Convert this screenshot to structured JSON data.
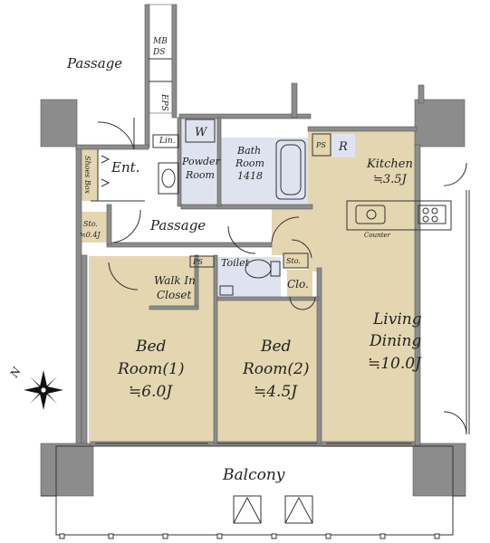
{
  "rooms": {
    "mb_ds": [
      "MB",
      "DS"
    ],
    "eps": "EPS",
    "passage_outer": "Passage",
    "lin": "Lin.",
    "washer": "W",
    "powder_room": [
      "Powder",
      "Room"
    ],
    "bath_room": [
      "Bath",
      "Room",
      "1418"
    ],
    "ps1": "PS",
    "refrigerator": "R",
    "kitchen": [
      "Kitchen",
      "≒3.5J"
    ],
    "counter": "Counter",
    "entrance": "Ent.",
    "shoes_box": "Shoes Box",
    "storage1": [
      "Sto.",
      "≒0.4J"
    ],
    "passage_inner": "Passage",
    "ps2": "PS",
    "toilet": "Toilet",
    "storage2": "Sto.",
    "closet": "Clo.",
    "walk_in_closet": [
      "Walk In",
      "Closet"
    ],
    "bed_room_1": [
      "Bed",
      "Room(1)",
      "≒6.0J"
    ],
    "bed_room_2": [
      "Bed",
      "Room(2)",
      "≒4.5J"
    ],
    "living_dining": [
      "Living",
      "Dining",
      "≒10.0J"
    ],
    "balcony": "Balcony",
    "compass_north": "N"
  },
  "colors": {
    "floor_tan": "#e4d6b0",
    "wet_area_blue": "#dfe3ef",
    "wall_gray": "#8c8c8c",
    "line": "#333333"
  }
}
